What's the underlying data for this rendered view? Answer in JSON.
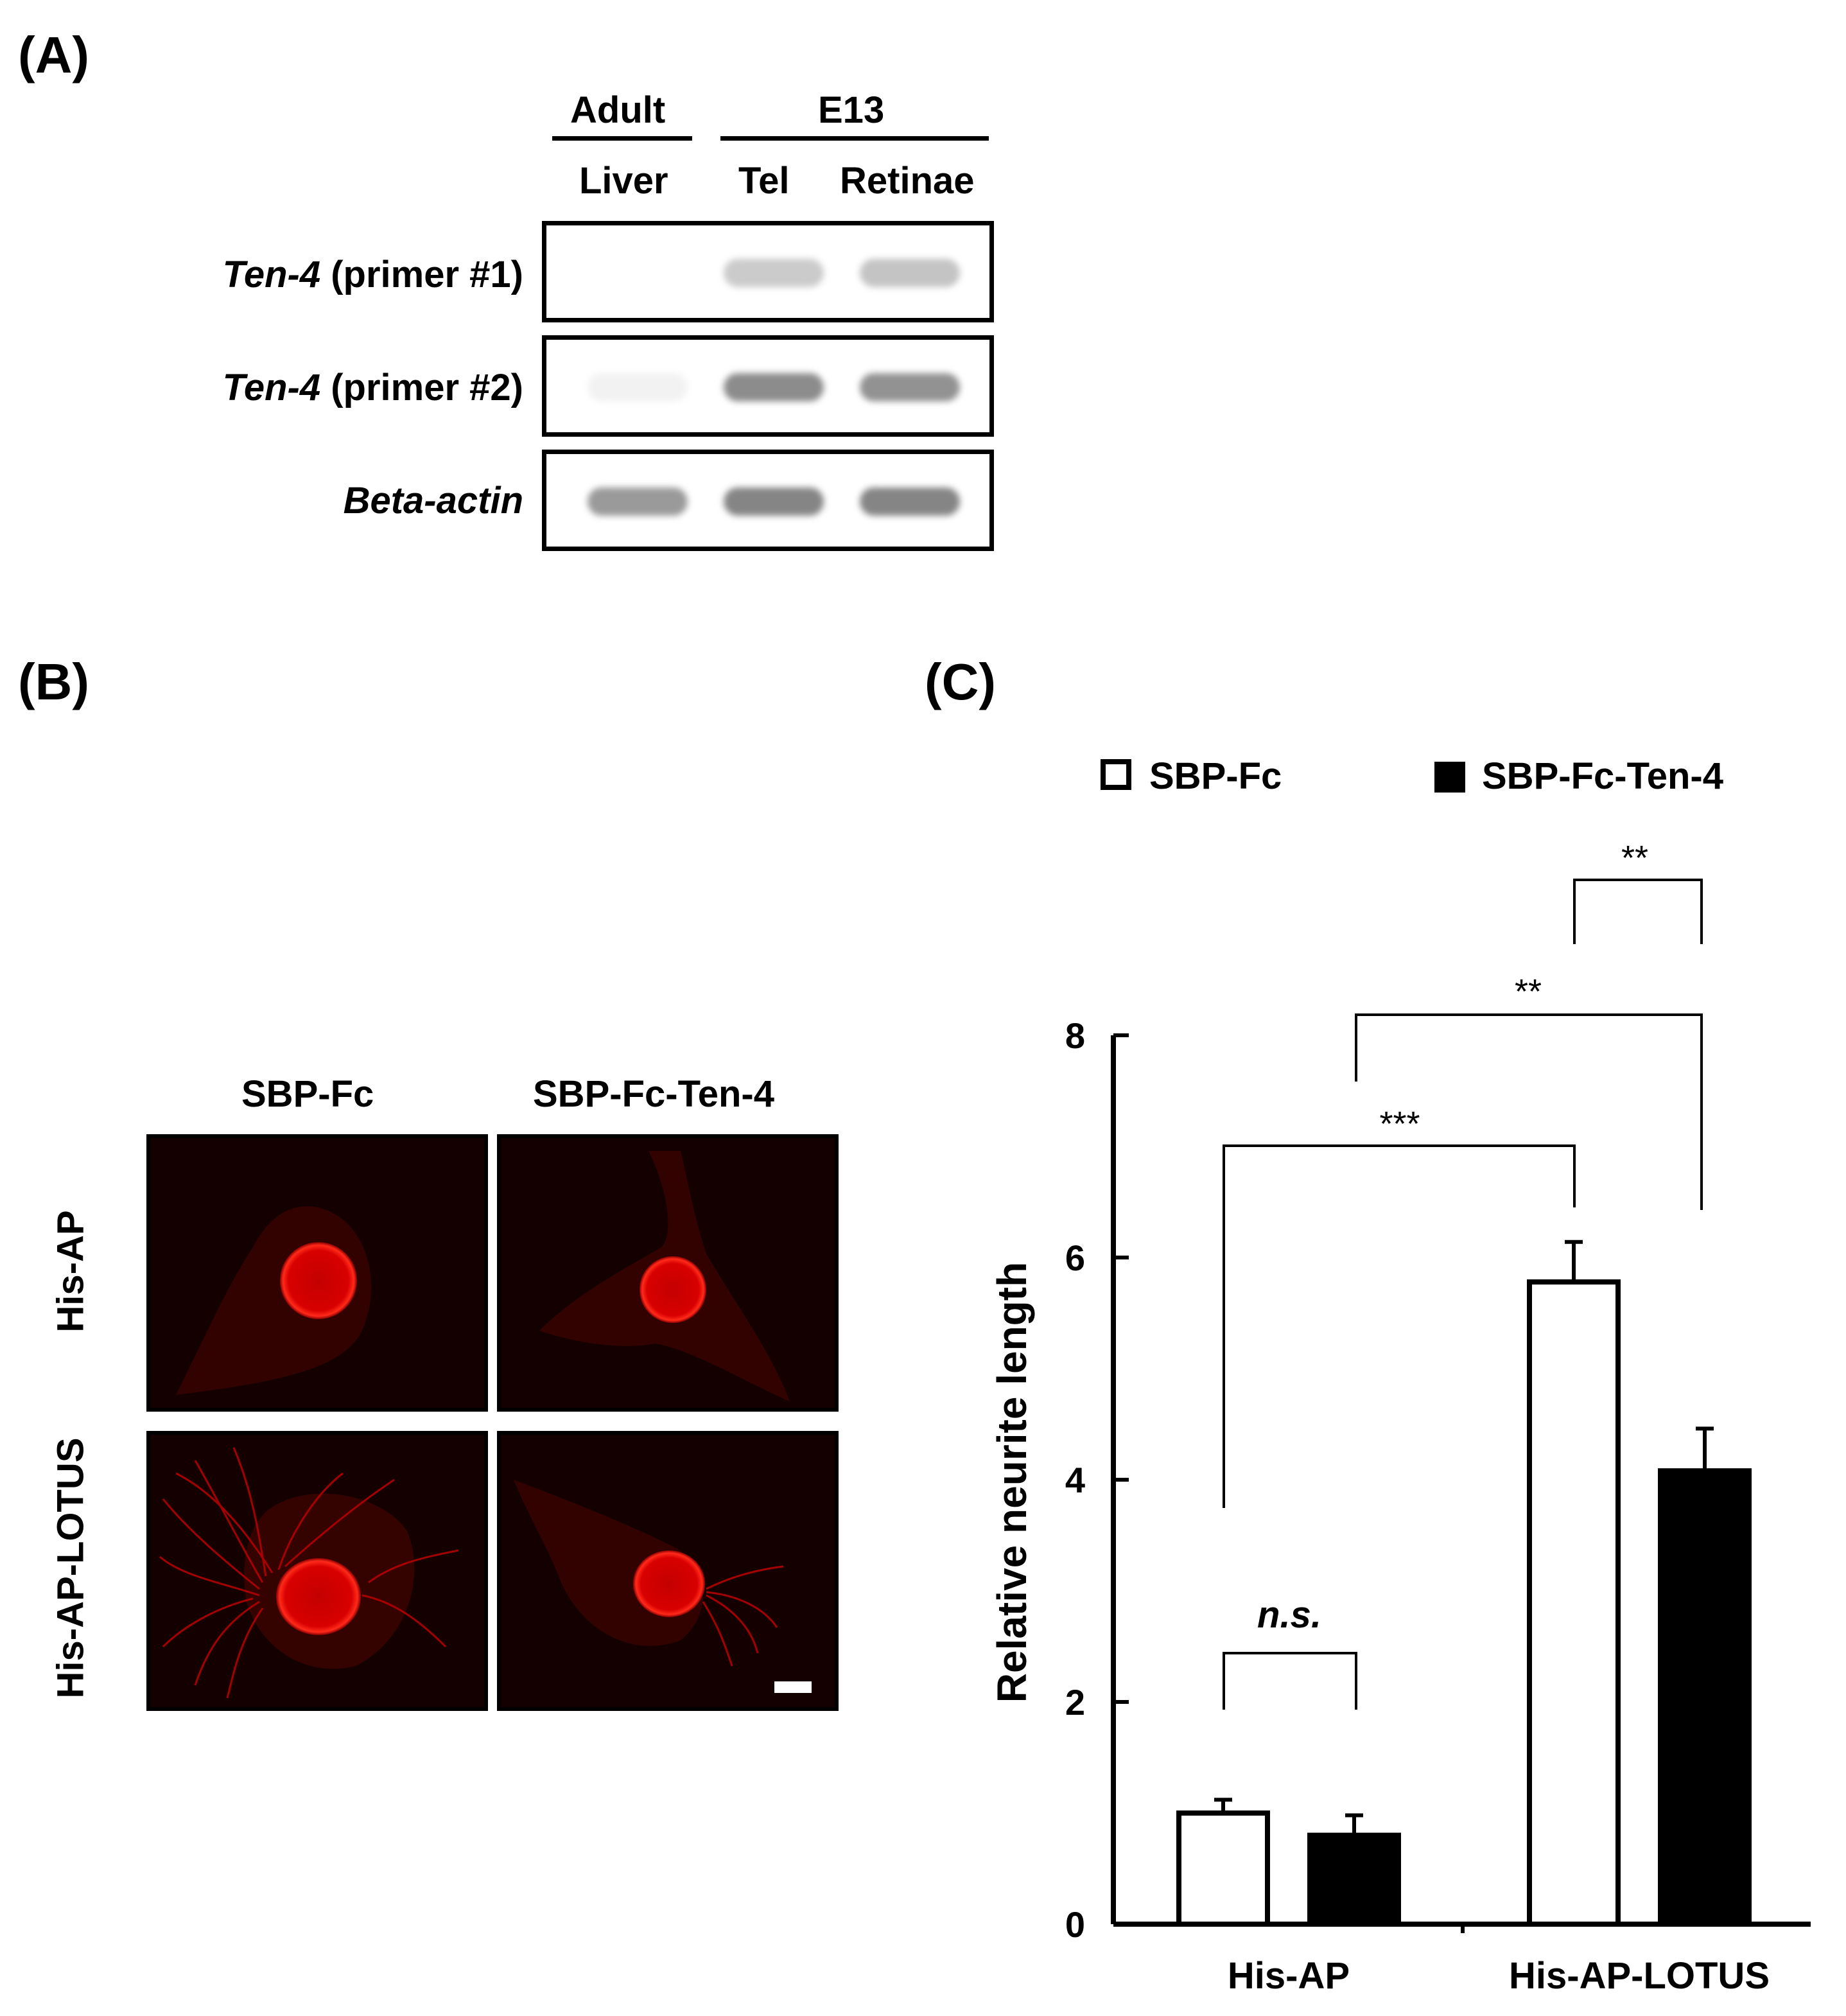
{
  "panel_a": {
    "label": "(A)",
    "group_headers": [
      "Adult",
      "E13"
    ],
    "lane_labels": [
      "Liver",
      "Tel",
      "Retinae"
    ],
    "rows": [
      {
        "name_italic": "Ten-4",
        "name_rest": " (primer #1)",
        "band_intensity": [
          0.0,
          0.25,
          0.28
        ]
      },
      {
        "name_italic": "Ten-4",
        "name_rest": " (primer #2)",
        "band_intensity": [
          0.06,
          0.55,
          0.52
        ]
      },
      {
        "name_italic": "Beta-actin",
        "name_rest": "",
        "band_intensity": [
          0.48,
          0.58,
          0.58
        ]
      }
    ]
  },
  "panel_b": {
    "label": "(B)",
    "column_labels": [
      "SBP-Fc",
      "SBP-Fc-Ten-4"
    ],
    "row_labels": [
      "His-AP",
      "His-AP-LOTUS"
    ]
  },
  "panel_c": {
    "label": "(C)",
    "legend": [
      "SBP-Fc",
      "SBP-Fc-Ten-4"
    ],
    "colors": {
      "SBP-Fc": "#ffffff",
      "SBP-Fc-Ten-4": "#000000"
    },
    "significance": [
      "n.s.",
      "***",
      "**",
      "**"
    ]
  },
  "chart_data": {
    "type": "bar",
    "categories": [
      "His-AP",
      "His-AP-LOTUS"
    ],
    "series": [
      {
        "name": "SBP-Fc",
        "values": [
          1.0,
          5.78
        ],
        "errors": [
          0.12,
          0.36
        ]
      },
      {
        "name": "SBP-Fc-Ten-4",
        "values": [
          0.8,
          4.08
        ],
        "errors": [
          0.18,
          0.38
        ]
      }
    ],
    "ylabel": "Relative neurite length",
    "xlabel": "",
    "ylim": [
      0,
      8
    ],
    "yticks": [
      0,
      2,
      4,
      6,
      8
    ],
    "legend": "top",
    "grid": false
  }
}
